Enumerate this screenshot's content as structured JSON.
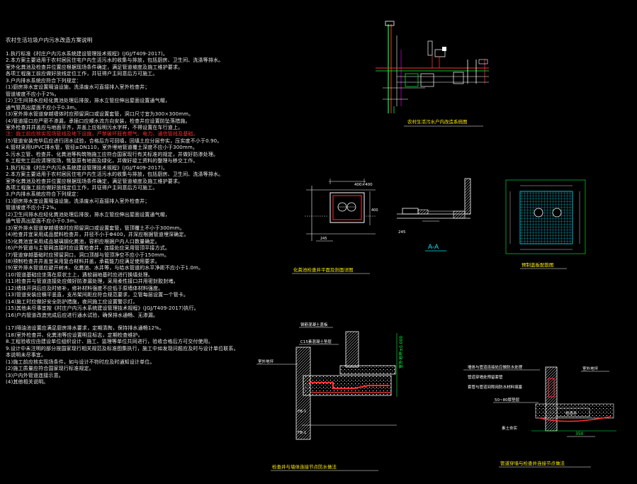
{
  "colors": {
    "background": "#000000",
    "text": "#e8e8e8",
    "warning": "#ff2a2a",
    "caption": "#ffee00",
    "line_white": "#ffffff",
    "line_red": "#ff3030",
    "line_cyan": "#00e5ff",
    "line_green": "#00ff3c",
    "line_magenta": "#ff00ff",
    "line_yellow": "#ffee00"
  },
  "notes": {
    "title": "农村生活垃圾户内污水改造方案说明",
    "lines": [
      {
        "text": "1.执行标准《村庄户内污水系统建设管理技术规程》(JGJ/T409-2017)。",
        "highlight": false
      },
      {
        "text": "2.本方案主要适用于农村居民住宅户内生活污水的收集与排放，包括厨房、卫生间、洗涤等排水。",
        "highlight": false
      },
      {
        "text": "  室外化粪池及检查井位置应根据现场条件确定，满足管道坡度及施工维护要求。",
        "highlight": false
      },
      {
        "text": "  各项工程施工前应做好放线定位工作，并征得户主同意后方可施工。",
        "highlight": false
      },
      {
        "text": "3.户内排水系统应符合下列规定：",
        "highlight": false
      },
      {
        "text": "  (1)厨房排水宜设置隔油设施，洗涤废水可直接排入室外检查井；",
        "highlight": false
      },
      {
        "text": "  管道坡度不应小于2%。",
        "highlight": false
      },
      {
        "text": "  (2)卫生间排水应经化粪池处理后排放，排水立管应伸出屋面设置通气帽，",
        "highlight": false
      },
      {
        "text": "  通气管高出屋面不应小于0.3m。",
        "highlight": false
      },
      {
        "text": "(3)室外排水管道穿越墙体时应预留洞口或设置套管，洞口尺寸宜为300×300mm。",
        "highlight": false
      },
      {
        "text": "(4)管道接口应严密不渗漏，承插口应顺水流方向安装，检查井应设置防坠落措施。",
        "highlight": false
      },
      {
        "text": "  室外检查井井盖应与地面平齐，井盖上应标明污水字样，不得设置在车行道上。",
        "highlight": false
      },
      {
        "text": "注：施工前应核实现场管线及地下设施，严禁破坏既有燃气、电力、通信管线及基础。",
        "highlight": true
      },
      {
        "text": "(5)管道安装完毕后应进行闭水试验，合格后方可回填，回填土应分层夯实，压实度不小于0.90。",
        "highlight": false
      },
      {
        "text": "4.管材采用UPVC排水管，管径≥DN110，室外埋地管道覆土深度不应小于300mm。",
        "highlight": false
      },
      {
        "text": "5.污水立管、检查井、化粪池等构筑物施工应符合国家现行有关标准的规定，并做好防渗处理。",
        "highlight": false
      },
      {
        "text": "6.工程完工后应清理现场，恢复原有地面及绿化，并做好竣工资料的整理与移交工作。",
        "highlight": false
      },
      {
        "text": "1.执行标准《村庄户内污水系统建设管理技术规程》(JGJ/T409-2017)。",
        "highlight": false
      },
      {
        "text": "2.本方案主要适用于农村居民住宅户内生活污水的收集与排放，包括厨房、卫生间、洗涤等排水。",
        "highlight": false
      },
      {
        "text": "  室外化粪池及检查井位置应根据现场条件确定，满足管道坡度及施工维护要求。",
        "highlight": false
      },
      {
        "text": "  各项工程施工前应做好放线定位工作，并征得户主同意后方可施工。",
        "highlight": false
      },
      {
        "text": "3.户内排水系统应符合下列规定：",
        "highlight": false
      },
      {
        "text": "  (1)厨房排水宜设置隔油设施，洗涤废水可直接排入室外检查井；",
        "highlight": false
      },
      {
        "text": "  管道坡度不应小于2%。",
        "highlight": false
      },
      {
        "text": "  (2)卫生间排水应经化粪池处理后排放，排水立管应伸出屋面设置通气帽，",
        "highlight": false
      },
      {
        "text": "  通气管高出屋面不应小于0.3m。",
        "highlight": false
      },
      {
        "text": "(3)室外排水管道穿越墙体时应预留洞口或设置套管，管顶覆土不小于300mm。",
        "highlight": false
      },
      {
        "text": "(4)检查井宜采用成品塑料检查井，井径不小于Φ400，井深应根据管道埋深确定。",
        "highlight": false
      },
      {
        "text": "(5)化粪池宜采用成品玻璃钢化粪池，容积应根据户内人口数量确定。",
        "highlight": false
      },
      {
        "text": "(6)户外管道与主管网连接时应设置检查井，连接处应采用管顶平接方式。",
        "highlight": false
      },
      {
        "text": "(7)管道穿越基础时应预留洞口，洞口顶部与管顶净空不应小于150mm。",
        "highlight": false
      },
      {
        "text": "(8)预制检查井井盖宜采用复合材料井盖，承载能力应满足使用要求。",
        "highlight": false
      },
      {
        "text": "(9)室外排水管道应避开树木、化粪池、水井等，与给水管道的水平净距不应小于1.0m。",
        "highlight": false
      },
      {
        "text": "(10)管道基础应坐落在原状土上，遇软弱地基时应进行换填处理。",
        "highlight": false
      },
      {
        "text": "(11)检查井与管道连接处应做好防渗漏处理，采用柔性接口并用密封胶封堵。",
        "highlight": false
      },
      {
        "text": "(12)墙体开洞后应及时修补，修补材料强度不应低于原墙体材料强度。",
        "highlight": false
      },
      {
        "text": "(13)管道安装应横平竖直，支吊架间距应符合规范要求，立管每层设置一个管卡。",
        "highlight": false
      },
      {
        "text": "(14)施工时应做好安全防护措施，夜间施工应设置警示灯。",
        "highlight": false
      },
      {
        "text": "(15)其他未尽事宜按《村庄户内污水系统建设管理技术规程》(JGJ/T409-2017)执行。",
        "highlight": false
      },
      {
        "text": "(16)户内管道改造完成后应进行通水试验，确保排水通畅、无渗漏。",
        "highlight": false
      },
      {
        "text": "",
        "highlight": false
      },
      {
        "text": "(17)隔油池设置应满足厨房排水要求，定期清掏，保持排水通畅12%。",
        "highlight": false
      },
      {
        "text": "(18)室外检查井、化粪池等应设置明显标志，定期检查维护。",
        "highlight": false
      },
      {
        "text": "8.工程验收应由建设单位组织设计、施工、监理等单位共同进行，验收合格后方可交付使用。",
        "highlight": false
      },
      {
        "text": "9.设计中未注明的部分按国家现行相关规范及标准图集执行，施工中如发现问题应及时与设计单位联系。",
        "highlight": false
      },
      {
        "text": "  本说明未尽事宜。",
        "highlight": false
      },
      {
        "text": "(1)施工前应核实现场条件，如与设计不符时应及时通知设计单位。",
        "highlight": false
      },
      {
        "text": "(2)施工质量应符合国家现行标准规定。",
        "highlight": false
      },
      {
        "text": "(3)户内外管道连接示意。",
        "highlight": false
      },
      {
        "text": "(4)其他相关说明。",
        "highlight": false
      }
    ]
  },
  "drawings": {
    "isometric": {
      "caption": "农村生活污水户内改造系统图"
    },
    "manhole_plan": {
      "dim_top": "400×400",
      "dim_side": "400",
      "dim_bottom": "245",
      "caption": "化粪池检查井平面及剖面详图"
    },
    "section_aa": {
      "title": "A-A",
      "dim": "245"
    },
    "grate": {
      "caption": "预制盖板配筋图"
    },
    "wall_detail": {
      "leader_1": "钢筋混凝土盖板",
      "leader_2": "C15素混凝土垫层",
      "leader_3": "室外地坪",
      "leader_4": "FB-1",
      "leader_5": "FB-1",
      "vertical_label": "室外地坪±0.000",
      "caption": "检查井与墙体连接节点防水做法"
    },
    "pipe_detail": {
      "leader_1": "墙体与管道连接处应做防水处理",
      "leader_2": "管道穿墙处预留套管",
      "leader_3": "套管与管道间隙用防水材料填塞",
      "label_right": "室外地坪",
      "label_floor": "50~80厚垫层",
      "label_pit": "检查井",
      "label_bottom": "素土夯实",
      "dim": "350",
      "caption": "管道穿墙与检查井连接节点做法"
    }
  }
}
